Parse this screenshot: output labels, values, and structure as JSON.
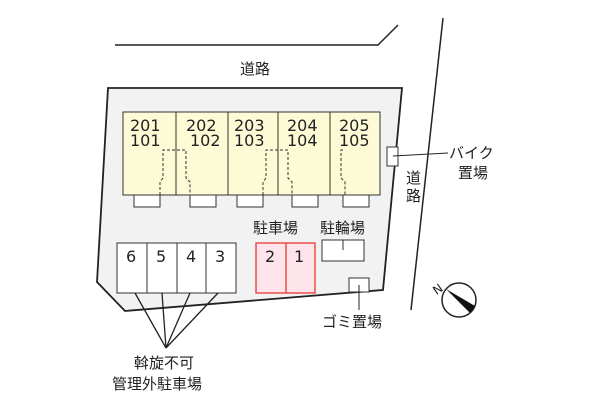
{
  "roads": {
    "top": "道路",
    "right_line1": "道",
    "right_line2": "路"
  },
  "units": [
    {
      "upper": "201",
      "lower": "101"
    },
    {
      "upper": "202",
      "lower": "102"
    },
    {
      "upper": "203",
      "lower": "103"
    },
    {
      "upper": "204",
      "lower": "104"
    },
    {
      "upper": "205",
      "lower": "105"
    }
  ],
  "bike_parking": {
    "line1": "バイク",
    "line2": "置場"
  },
  "parking_label": "駐車場",
  "bicycle_label": "駐輪場",
  "trash_label": "ゴミ置場",
  "managed_spaces": [
    "2",
    "1"
  ],
  "external_spaces": [
    "6",
    "5",
    "4",
    "3"
  ],
  "external_note": {
    "line1": "斡旋不可",
    "line2": "管理外駐車場"
  },
  "compass": {
    "label": "N"
  },
  "colors": {
    "unit_fill": "#fdfbd6",
    "lot_fill": "#f2f2f2",
    "managed_fill": "#fde3ea",
    "managed_stroke": "#e53935"
  }
}
